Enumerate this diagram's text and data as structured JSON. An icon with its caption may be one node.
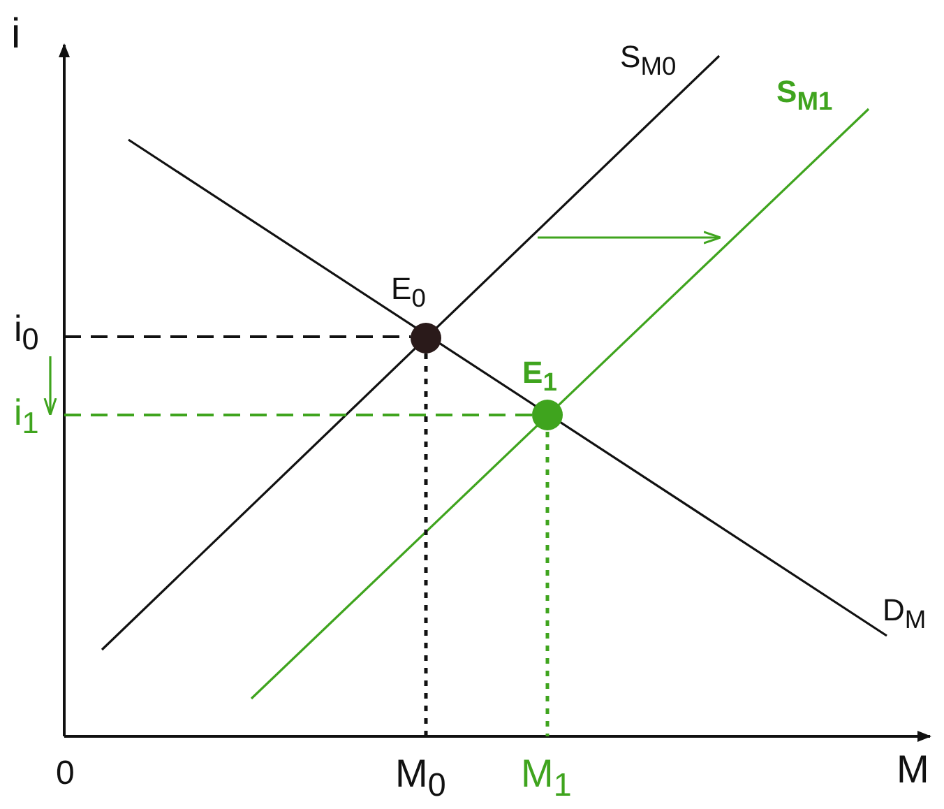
{
  "diagram": {
    "labels": [
      "i",
      "S$_{M0}$",
      "S$_{M1}$",
      "i$_{0}$",
      "E$_{0}$",
      "E$_{1}$",
      "i$_{1}$",
      "D$_{M}$",
      "0",
      "M$_{0}$",
      "M$_{1}$",
      "M"
    ]
  }
}
